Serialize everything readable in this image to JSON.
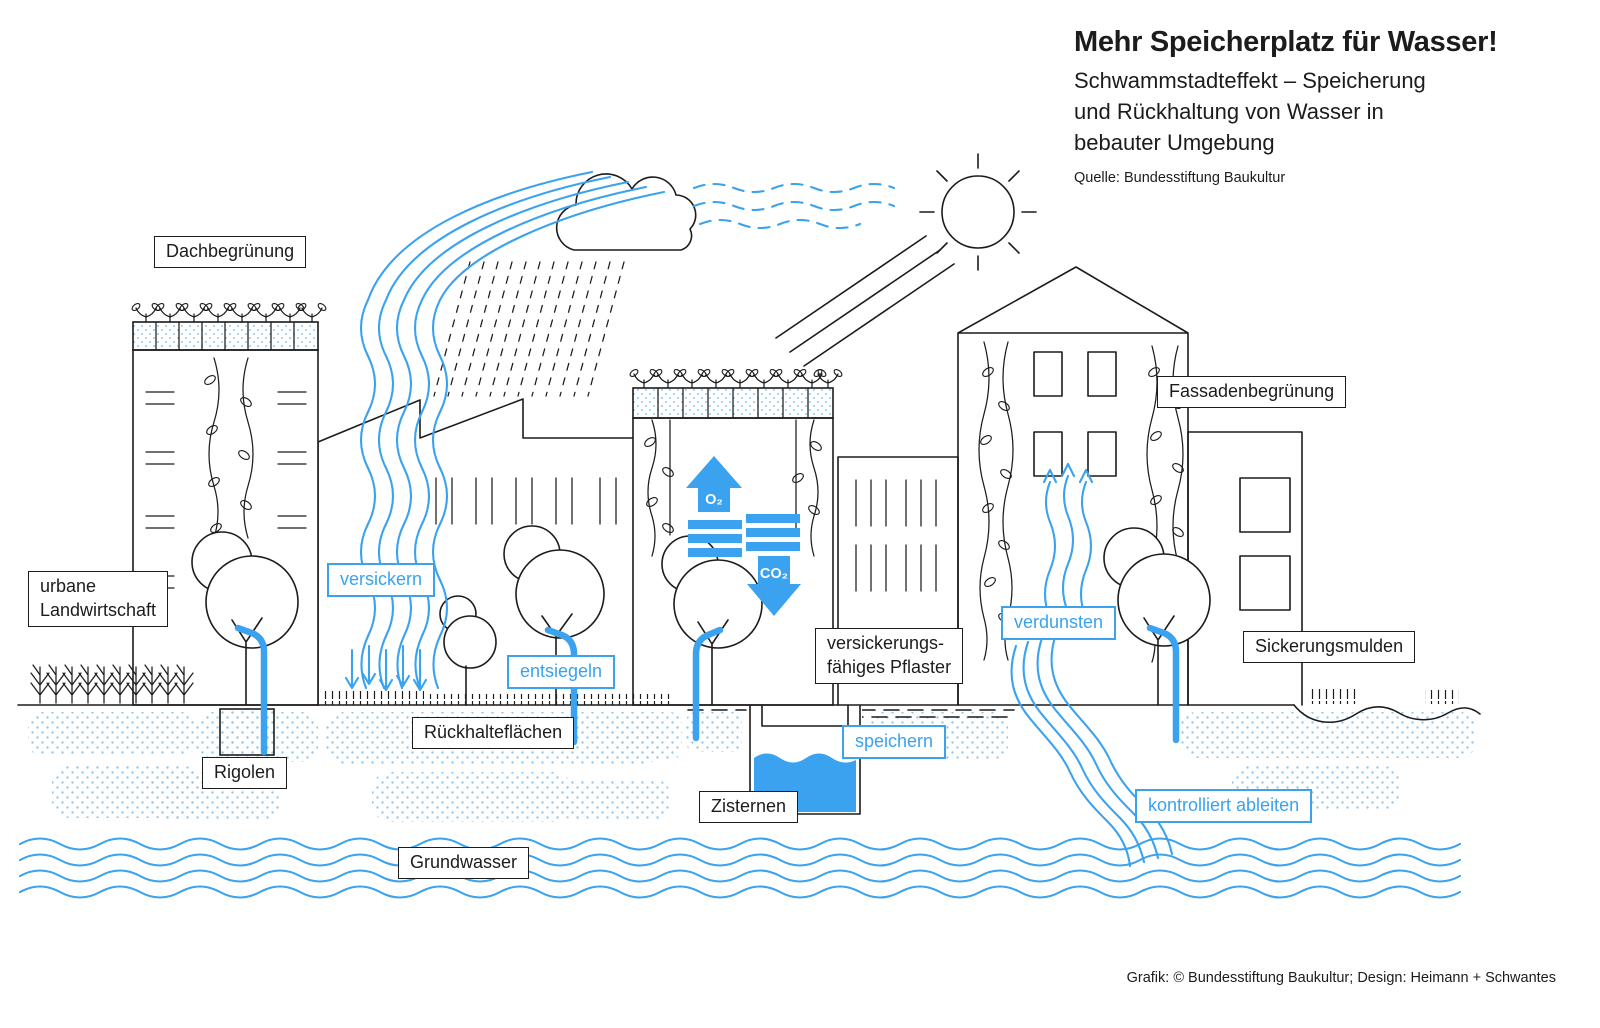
{
  "title": {
    "heading": "Mehr Speicherplatz für Wasser!",
    "subtitle": "Schwammstadteffekt – Speicherung\nund Rückhaltung von Wasser in\nbebauter Umgebung",
    "source": "Quelle: Bundesstiftung Baukultur"
  },
  "footer": {
    "credit": "Grafik: © Bundesstiftung Baukultur; Design: Heimann + Schwantes"
  },
  "labels": {
    "dachbegruenung": "Dachbegrünung",
    "urbane_landwirtschaft": "urbane\nLandwirtschaft",
    "rigolen": "Rigolen",
    "rueckhalteflaechen": "Rückhalteflächen",
    "zisternen": "Zisternen",
    "grundwasser": "Grundwasser",
    "versickerungsfaehiges_pflaster": "versickerungs-\nfähiges Pflaster",
    "fassadenbegruenung": "Fassadenbegrünung",
    "sickerungsmulden": "Sickerungsmulden"
  },
  "process_labels": {
    "versickern": "versickern",
    "entsiegeln": "entsiegeln",
    "speichern": "speichern",
    "verdunsten": "verdunsten",
    "kontrolliert_ableiten": "kontrolliert ableiten"
  },
  "molecules": {
    "o2": "O₂",
    "co2": "CO₂"
  },
  "colors": {
    "accent_blue": "#3AA2EE",
    "line": "#1C1C1C",
    "dot_blue": "#8FC9F2"
  }
}
